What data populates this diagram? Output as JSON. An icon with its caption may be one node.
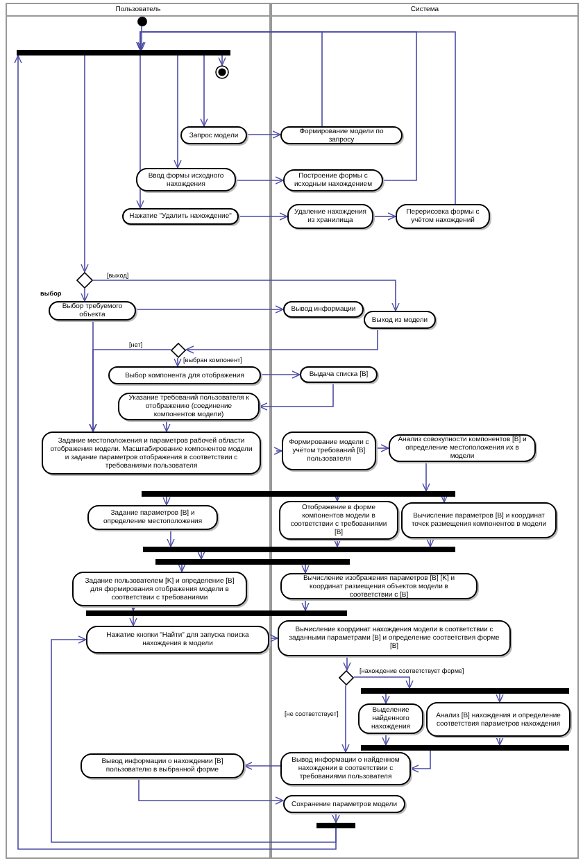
{
  "diagram": {
    "nodes": [
      {
        "text": [
          "Пользователь"
        ]
      },
      {
        "text": [
          "Система"
        ]
      },
      {
        "text": [],
        "shape": "circle",
        "in": 0
      },
      {
        "text": [],
        "shape": "bar",
        "in": 0
      },
      {
        "text": [],
        "shape": "circle",
        "in": 0
      },
      {
        "text": [
          "Запрос модели"
        ],
        "in": 0
      },
      {
        "text": [
          "Формирование модели по запросу"
        ],
        "in": 1
      },
      {
        "text": [
          "Ввод формы исходного нахождения"
        ],
        "in": 0
      },
      {
        "text": [
          "Построение формы с исходным нахождением"
        ],
        "in": 1
      },
      {
        "text": [
          "Нажатие \"Удалить нахождение\""
        ],
        "in": 0
      },
      {
        "text": [
          "Удаление нахождения из хранилища"
        ],
        "in": 1
      },
      {
        "text": [
          "Перерисовка формы с учётом нахождений"
        ],
        "in": 1
      },
      {
        "text": [],
        "shape": "diamond",
        "in": 0
      },
      {
        "text": [
          "Выбор требуемого объекта"
        ],
        "in": 0
      },
      {
        "text": [
          "Вывод информации"
        ],
        "in": 1
      },
      {
        "text": [
          "Выход из модели"
        ],
        "in": 1
      },
      {
        "text": [],
        "shape": "diamond",
        "in": 0
      },
      {
        "text": [
          "Выбор компонента для отображения"
        ],
        "in": 0
      },
      {
        "text": [
          "Выдача списка [B]"
        ],
        "in": 1
      },
      {
        "text": [
          "Указание требований пользователя к отображению (соединение компонентов модели)"
        ],
        "in": 0
      },
      {
        "text": [
          "Задание местоположения и параметров рабочей области отображения модели. Масштабирование компонентов модели и задание параметров отображения в соответствии с требованиями пользователя"
        ],
        "in": 0
      },
      {
        "text": [
          "Формирование модели с учётом требований [B] пользователя"
        ],
        "in": 1
      },
      {
        "text": [
          "Анализ совокупности компонентов [B] и определение местоположения их в модели"
        ],
        "in": 1
      },
      {
        "text": [],
        "shape": "bar"
      },
      {
        "text": [
          "Задание параметров [B] и определение местоположения"
        ],
        "in": 0
      },
      {
        "text": [
          "Отображение в форме компонентов модели в соответствии с требованиями [B]"
        ],
        "in": 1
      },
      {
        "text": [
          "Вычисление параметров [B] и координат точек размещения компонентов в модели"
        ],
        "in": 1
      },
      {
        "text": [],
        "shape": "bar"
      },
      {
        "text": [],
        "shape": "bar"
      },
      {
        "text": [
          "Задание пользователем [K] и определение [B] для формирования отображения модели в соответствии с требованиями"
        ],
        "in": 0
      },
      {
        "text": [
          "Вычисление изображения параметров [B] [K] и координат размещения объектов модели в соответствии с [B]"
        ],
        "in": 1
      },
      {
        "text": [],
        "shape": "bar"
      },
      {
        "text": [
          "Нажатие кнопки \"Найти\" для запуска поиска нахождения в модели"
        ],
        "in": 0
      },
      {
        "text": [
          "Вычисление координат нахождения модели в соответствии с заданными параметрами [B] и определение соответствия форме [B]"
        ],
        "in": 1
      },
      {
        "text": [],
        "shape": "diamond",
        "in": 1
      },
      {
        "text": [],
        "shape": "bar",
        "in": 1
      },
      {
        "text": [
          "Выделение найденного нахождения"
        ],
        "in": 1
      },
      {
        "text": [
          "Анализ [B] нахождения и определение соответствия параметров нахождения"
        ],
        "in": 1
      },
      {
        "text": [],
        "shape": "bar",
        "in": 1
      },
      {
        "text": [
          "Вывод информации о нахождении [B] пользователю в выбранной форме"
        ],
        "in": 0
      },
      {
        "text": [
          "Вывод информации о найденном нахождении в соответствии с требованиями пользователя"
        ],
        "in": 1
      },
      {
        "text": [
          "Сохранение параметров модели"
        ],
        "in": 1
      },
      {
        "text": [],
        "shape": "bar",
        "in": 1
      }
    ],
    "edges": [
      {
        "from": 2,
        "to": 3,
        "arrow": "to"
      },
      {
        "from": 3,
        "to": 4,
        "arrow": "to"
      },
      {
        "from": 3,
        "to": 5,
        "arrow": "to"
      },
      {
        "from": 3,
        "to": 7,
        "arrow": "to"
      },
      {
        "from": 3,
        "to": 9,
        "arrow": "to"
      },
      {
        "from": 3,
        "to": 12,
        "arrow": "to"
      },
      {
        "from": 5,
        "to": 6,
        "arrow": "to"
      },
      {
        "from": 6,
        "to": 3,
        "arrow": "to"
      },
      {
        "from": 7,
        "to": 8,
        "arrow": "to"
      },
      {
        "from": 8,
        "to": 3,
        "arrow": "to"
      },
      {
        "from": 9,
        "to": 10,
        "arrow": "to"
      },
      {
        "from": 10,
        "to": 11,
        "arrow": "to"
      },
      {
        "from": 11,
        "to": 3,
        "arrow": "to"
      },
      {
        "from": 12,
        "to": 13,
        "arrow": "to",
        "label": "выбор"
      },
      {
        "from": 12,
        "to": 15,
        "arrow": "to",
        "label": "[выход]"
      },
      {
        "from": 13,
        "to": 14,
        "arrow": "to"
      },
      {
        "from": 13,
        "to": 20,
        "arrow": "to"
      },
      {
        "from": 15,
        "to": 16,
        "arrow": "to"
      },
      {
        "from": 16,
        "to": 20,
        "arrow": "to",
        "label": "[нет]"
      },
      {
        "from": 16,
        "to": 17,
        "arrow": "to",
        "label": "[выбран компонент]"
      },
      {
        "from": 17,
        "to": 18,
        "arrow": "to"
      },
      {
        "from": 18,
        "to": 19,
        "arrow": "to"
      },
      {
        "from": 19,
        "to": 20,
        "arrow": "to"
      },
      {
        "from": null,
        "to": 21,
        "arrow": "to"
      },
      {
        "from": 21,
        "to": 22,
        "arrow": "to"
      },
      {
        "from": 22,
        "to": 23,
        "arrow": "to"
      },
      {
        "from": 23,
        "to": 24,
        "arrow": "to"
      },
      {
        "from": 23,
        "to": 25,
        "arrow": "to"
      },
      {
        "from": 23,
        "to": 26,
        "arrow": "to"
      },
      {
        "from": 24,
        "to": 27,
        "arrow": "to"
      },
      {
        "from": 25,
        "to": 27,
        "arrow": "to"
      },
      {
        "from": 26,
        "to": 27,
        "arrow": "to"
      },
      {
        "from": 27,
        "to": 28,
        "arrow": "to"
      },
      {
        "from": 28,
        "to": 29,
        "arrow": "to"
      },
      {
        "from": 28,
        "to": 30,
        "arrow": "to"
      },
      {
        "from": 29,
        "to": 31,
        "arrow": "to"
      },
      {
        "from": 30,
        "to": 31,
        "arrow": "to"
      },
      {
        "from": 31,
        "to": 32,
        "arrow": "to"
      },
      {
        "from": 32,
        "to": 33,
        "arrow": "to"
      },
      {
        "from": 33,
        "to": 34,
        "arrow": "to"
      },
      {
        "from": 34,
        "to": 35,
        "arrow": "to",
        "label": "[нахождение соответствует форме]"
      },
      {
        "from": 34,
        "to": 40,
        "arrow": "to",
        "label": "[не соответствует]"
      },
      {
        "from": 35,
        "to": 36,
        "arrow": "to"
      },
      {
        "from": 35,
        "to": 37,
        "arrow": "to"
      },
      {
        "from": 36,
        "to": 38,
        "arrow": "to"
      },
      {
        "from": 37,
        "to": 38,
        "arrow": "to"
      },
      {
        "from": 38,
        "to": 40,
        "arrow": "to"
      },
      {
        "from": 40,
        "to": 39,
        "arrow": "to"
      },
      {
        "from": 39,
        "to": 41,
        "arrow": "to"
      },
      {
        "from": 41,
        "to": 42,
        "arrow": "to"
      },
      {
        "from": 42,
        "to": 3,
        "arrow": "to"
      },
      {
        "from": 42,
        "to": 32,
        "arrow": "to"
      }
    ]
  }
}
